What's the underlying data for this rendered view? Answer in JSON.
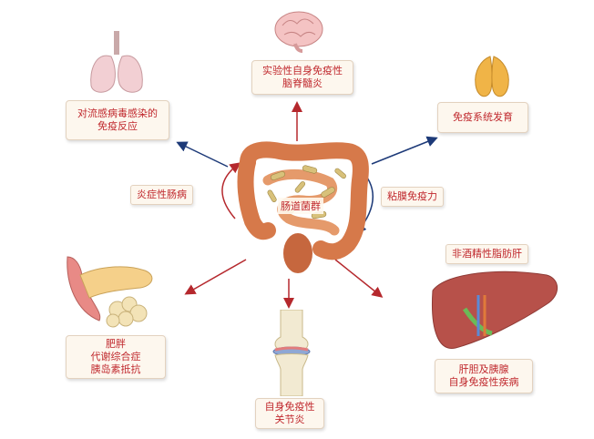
{
  "center": {
    "label": "肠道菌群"
  },
  "nodes": {
    "brain": {
      "lines": [
        "实验性自身免疫性",
        "脑脊髓炎"
      ],
      "icon": "brain-icon"
    },
    "lungs": {
      "lines": [
        "对流感病毒感染的",
        "免疫反应"
      ],
      "icon": "lungs-icon"
    },
    "thymus": {
      "lines": [
        "免疫系统发育"
      ],
      "icon": "thymus-icon"
    },
    "pancreas": {
      "lines": [
        "肥胖",
        "代谢综合症",
        "胰岛素抵抗"
      ],
      "icon": "pancreas-icon"
    },
    "joint": {
      "lines": [
        "自身免疫性",
        "关节炎"
      ],
      "icon": "knee-joint-icon"
    },
    "liver": {
      "title": "非酒精性脂肪肝",
      "lines": [
        "肝胆及胰腺",
        "自身免疫性疾病"
      ],
      "icon": "liver-icon"
    }
  },
  "side_labels": {
    "left": "炎症性肠病",
    "right": "粘膜免疫力"
  },
  "colors": {
    "text": "#c0282d",
    "arrow_red": "#b5282d",
    "arrow_blue": "#1d3a78",
    "box_bg": "#fdf7ee"
  }
}
